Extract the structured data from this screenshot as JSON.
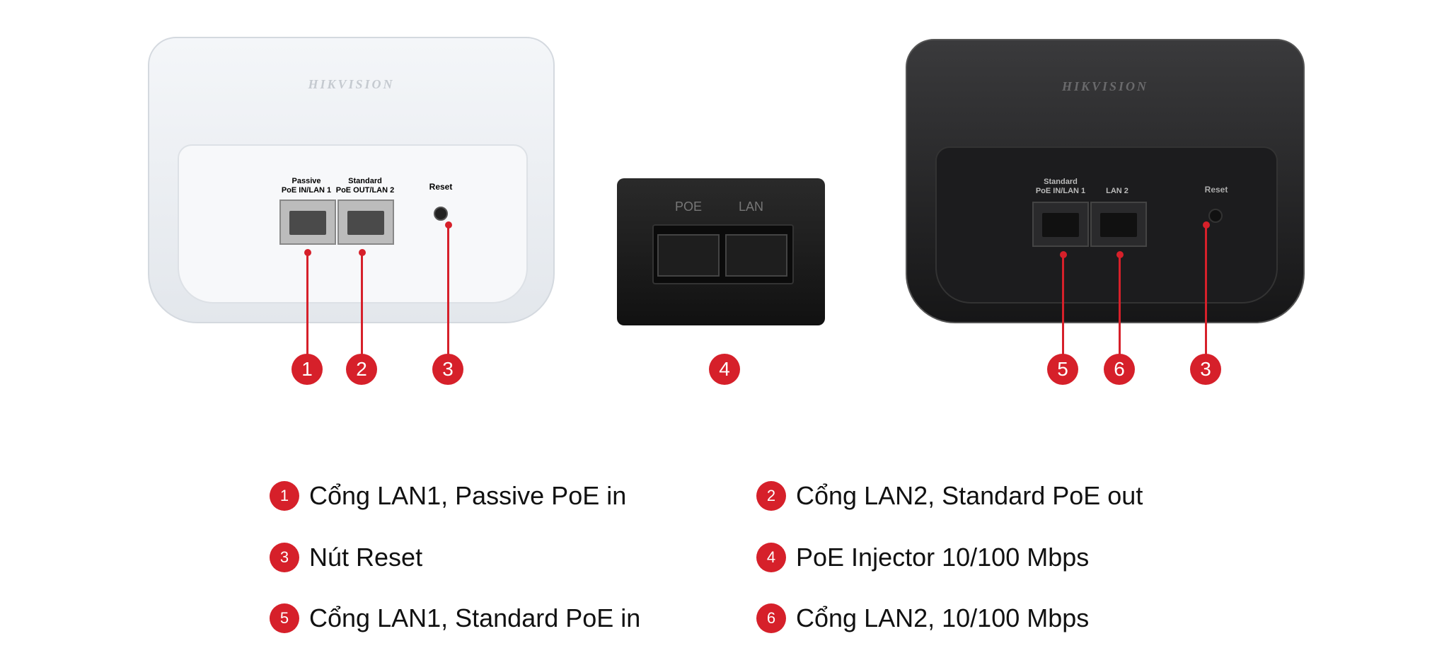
{
  "white_device": {
    "brand": "HIKVISION",
    "port1_label": "Passive\nPoE IN/LAN 1",
    "port2_label": "Standard\nPoE OUT/LAN 2",
    "reset_label": "Reset"
  },
  "injector": {
    "poe_label": "POE",
    "lan_label": "LAN"
  },
  "black_device": {
    "brand": "HIKVISION",
    "port1_label": "Standard\nPoE IN/LAN 1",
    "port2_label": "LAN 2",
    "reset_label": "Reset"
  },
  "callouts": [
    "1",
    "2",
    "3",
    "4",
    "5",
    "6",
    "3"
  ],
  "legend": [
    {
      "num": "1",
      "text": "Cổng LAN1, Passive PoE in"
    },
    {
      "num": "2",
      "text": "Cổng LAN2, Standard PoE out"
    },
    {
      "num": "3",
      "text": "Nút Reset"
    },
    {
      "num": "4",
      "text": "PoE Injector 10/100 Mbps"
    },
    {
      "num": "5",
      "text": "Cổng LAN1, Standard PoE in"
    },
    {
      "num": "6",
      "text": "Cổng LAN2, 10/100 Mbps"
    }
  ],
  "colors": {
    "accent": "#d6202a"
  }
}
